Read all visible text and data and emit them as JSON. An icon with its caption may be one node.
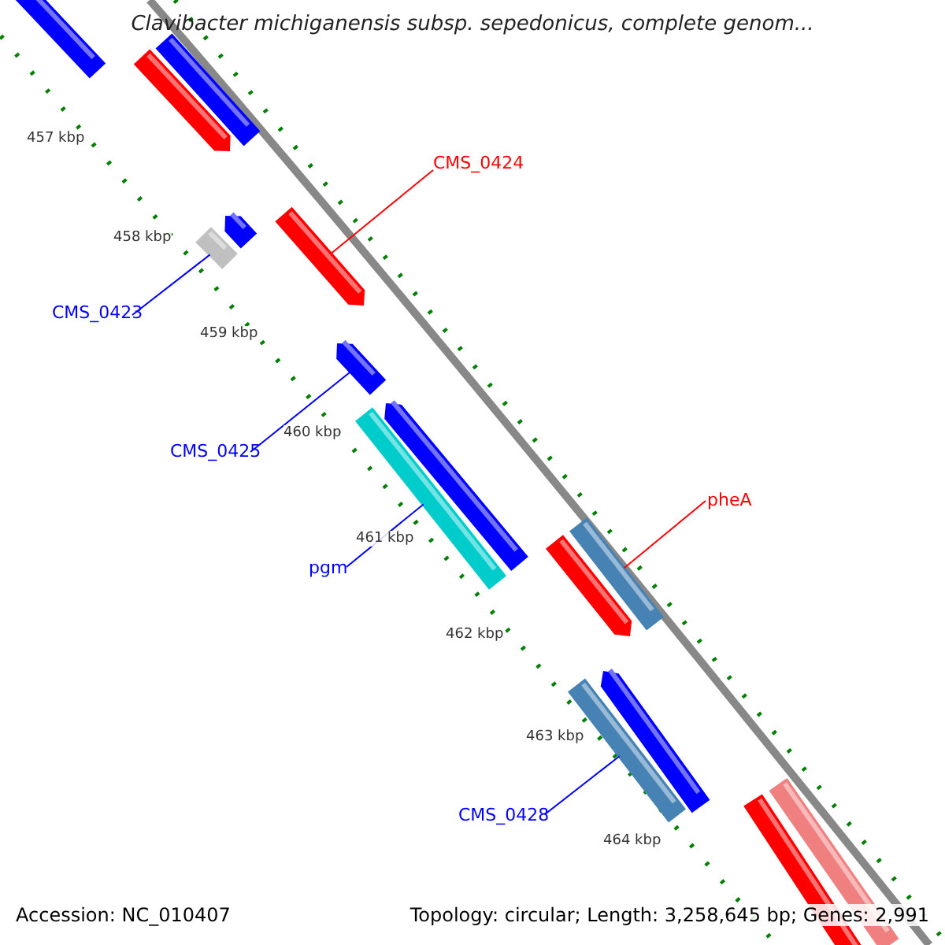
{
  "diagram": {
    "title": "Clavibacter michiganensis subsp. sepedonicus, complete genom...",
    "nodes": [
      {
        "text": [],
        "shape": "bar"
      },
      {
        "text": [],
        "shape": "bar"
      },
      {
        "text": [],
        "shape": "bar"
      },
      {
        "text": [
          "CMS_0424"
        ]
      },
      {
        "text": [],
        "shape": "bar"
      },
      {
        "text": [],
        "shape": "bar"
      },
      {
        "text": [],
        "shape": "bar"
      },
      {
        "text": [
          "CMS_0423"
        ]
      },
      {
        "text": [],
        "shape": "bar"
      },
      {
        "text": [],
        "shape": "bar"
      },
      {
        "text": [],
        "shape": "bar"
      },
      {
        "text": [
          "CMS_0425"
        ]
      },
      {
        "text": [
          "pheA"
        ]
      },
      {
        "text": [],
        "shape": "bar"
      },
      {
        "text": [],
        "shape": "bar"
      },
      {
        "text": [
          "pgm"
        ]
      },
      {
        "text": [],
        "shape": "bar"
      },
      {
        "text": [],
        "shape": "bar"
      },
      {
        "text": [],
        "shape": "bar"
      },
      {
        "text": [],
        "shape": "bar"
      },
      {
        "text": [
          "CMS_0428"
        ]
      }
    ],
    "edges": [
      {
        "from": 3,
        "to": 4,
        "arrow": "none",
        "color": "#ff0000"
      },
      {
        "from": 7,
        "to": 6,
        "arrow": "none"
      },
      {
        "from": 11,
        "to": 8,
        "arrow": "none"
      },
      {
        "from": 15,
        "to": 10,
        "arrow": "none"
      },
      {
        "from": 12,
        "to": 13,
        "arrow": "none",
        "color": "#ff0000"
      },
      {
        "from": 20,
        "to": 17,
        "arrow": "none"
      }
    ],
    "labels": [
      "457 kbp",
      "458 kbp",
      "459 kbp",
      "460 kbp",
      "461 kbp",
      "462 kbp",
      "463 kbp",
      "464 kbp",
      "Accession: NC_010407",
      "Topology: circular; Length: 3,258,645 bp; Genes: 2,991"
    ]
  }
}
